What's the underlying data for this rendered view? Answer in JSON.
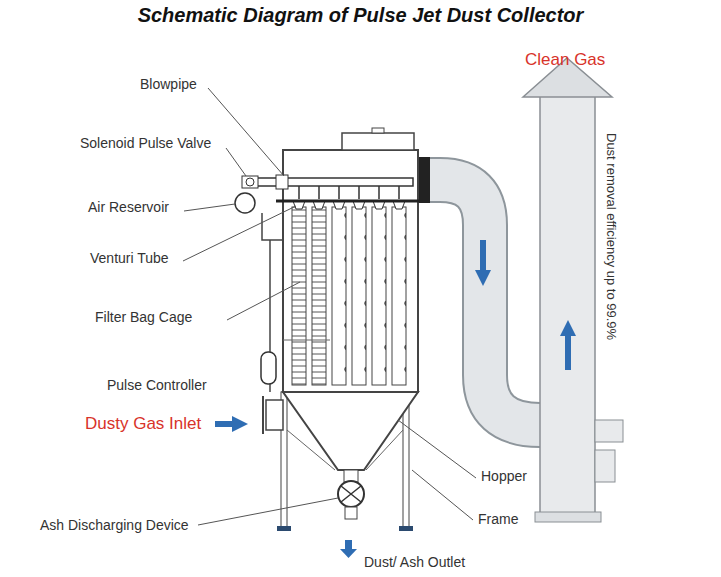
{
  "diagram": {
    "title": "Schematic Diagram of Pulse Jet Dust Collector",
    "labels": [
      "Clean Gas",
      "Blowpipe",
      "Solenoid Pulse Valve",
      "Air Reservoir",
      "Venturi Tube",
      "Filter Bag Cage",
      "Dust removal efficiency up to 99.9%",
      "Pulse Controller",
      "Dusty Gas Inlet",
      "Hopper",
      "Ash Discharging Device",
      "Frame",
      "Dust/ Ash Outlet"
    ]
  }
}
